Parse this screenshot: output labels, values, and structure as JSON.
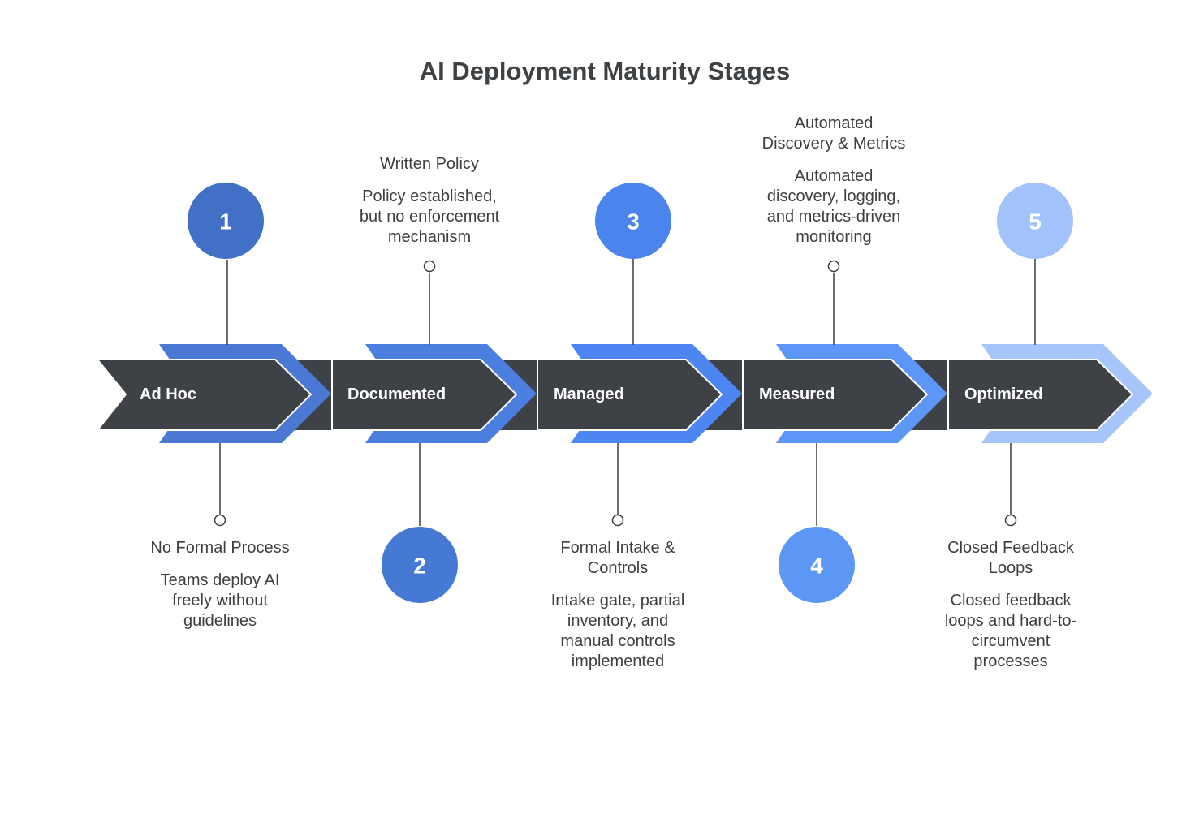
{
  "title": "AI Deployment Maturity Stages",
  "band_color": "#3E4145",
  "connector_color": "#3C3C3C",
  "text_color": "#3F3F3F",
  "stages": [
    {
      "number": "1",
      "label": "Ad Hoc",
      "chevron_color": "#4A78D3",
      "circle_color": "#4170C6",
      "annotation": {
        "position": "below",
        "title": "No Formal Process",
        "body": "Teams deploy AI freely without guidelines"
      }
    },
    {
      "number": "2",
      "label": "Documented",
      "chevron_color": "#4A7FE0",
      "circle_color": "#4679D4",
      "annotation": {
        "position": "above",
        "title": "Written Policy",
        "body": "Policy established, but no enforcement mechanism"
      }
    },
    {
      "number": "3",
      "label": "Managed",
      "chevron_color": "#4D86F3",
      "circle_color": "#4A85EE",
      "annotation": {
        "position": "below",
        "title": "Formal Intake & Controls",
        "body": "Intake gate, partial inventory, and manual controls implemented"
      }
    },
    {
      "number": "4",
      "label": "Measured",
      "chevron_color": "#5C96F6",
      "circle_color": "#5C97F6",
      "annotation": {
        "position": "above",
        "title": "Automated Discovery & Metrics",
        "body": "Automated discovery, logging, and metrics-driven monitoring"
      }
    },
    {
      "number": "5",
      "label": "Optimized",
      "chevron_color": "#A6C5FA",
      "circle_color": "#A1C2FA",
      "annotation": {
        "position": "below",
        "title": "Closed Feedback Loops",
        "body": "Closed feedback loops and hard-to-circumvent processes"
      }
    }
  ]
}
